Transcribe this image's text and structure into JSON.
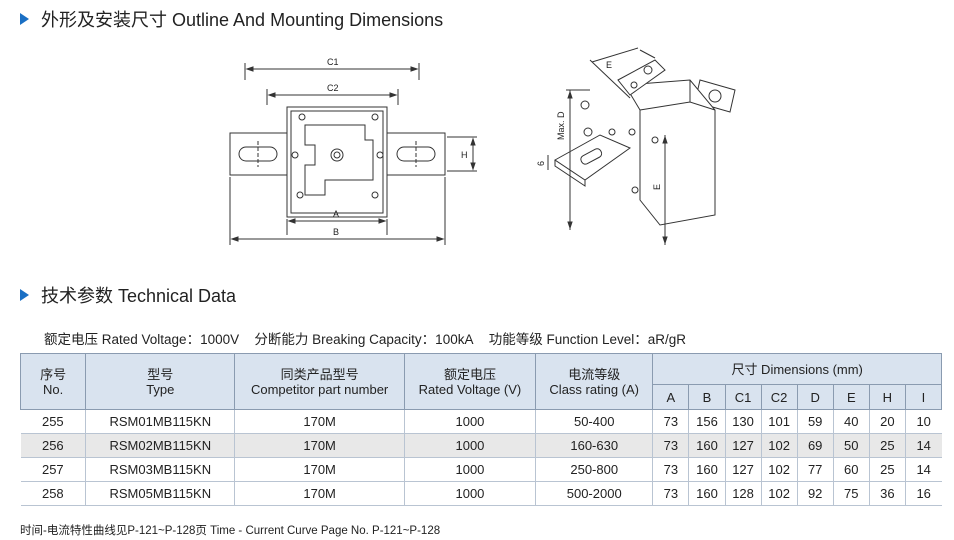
{
  "section1": {
    "title": "外形及安装尺寸 Outline And Mounting Dimensions"
  },
  "section2": {
    "title": "技术参数 Technical  Data"
  },
  "drawing_front": {
    "labels": {
      "c1": "C1",
      "c2": "C2",
      "h": "H",
      "a": "A",
      "b": "B"
    }
  },
  "drawing_iso": {
    "labels": {
      "e_top": "E",
      "max_d": "Max. D",
      "six": "6",
      "e_side": "E"
    }
  },
  "params": {
    "voltage": "额定电压 Rated Voltage：1000V",
    "breaking": "分断能力 Breaking Capacity：100kA",
    "level": "功能等级 Function Level：aR/gR"
  },
  "table": {
    "headers": {
      "no": [
        "序号",
        "No."
      ],
      "type": [
        "型号",
        "Type"
      ],
      "competitor": [
        "同类产品型号",
        "Competitor part number"
      ],
      "voltage": [
        "额定电压",
        "Rated Voltage (V)"
      ],
      "class": [
        "电流等级",
        "Class rating (A)"
      ],
      "dimensions": "尺寸 Dimensions (mm)",
      "dim_cols": [
        "A",
        "B",
        "C1",
        "C2",
        "D",
        "E",
        "H",
        "I"
      ]
    },
    "rows": [
      {
        "no": "255",
        "type": "RSM01MB115KN",
        "competitor": "170M",
        "voltage": "1000",
        "class": "50-400",
        "dims": [
          "73",
          "156",
          "130",
          "101",
          "59",
          "40",
          "20",
          "10"
        ]
      },
      {
        "no": "256",
        "type": "RSM02MB115KN",
        "competitor": "170M",
        "voltage": "1000",
        "class": "160-630",
        "dims": [
          "73",
          "160",
          "127",
          "102",
          "69",
          "50",
          "25",
          "14"
        ]
      },
      {
        "no": "257",
        "type": "RSM03MB115KN",
        "competitor": "170M",
        "voltage": "1000",
        "class": "250-800",
        "dims": [
          "73",
          "160",
          "127",
          "102",
          "77",
          "60",
          "25",
          "14"
        ]
      },
      {
        "no": "258",
        "type": "RSM05MB115KN",
        "competitor": "170M",
        "voltage": "1000",
        "class": "500-2000",
        "dims": [
          "73",
          "160",
          "128",
          "102",
          "92",
          "75",
          "36",
          "16"
        ]
      }
    ]
  },
  "footer": {
    "text": "时间-电流特性曲线见P-121~P-128页  Time - Current Curve Page No. P-121~P-128"
  }
}
